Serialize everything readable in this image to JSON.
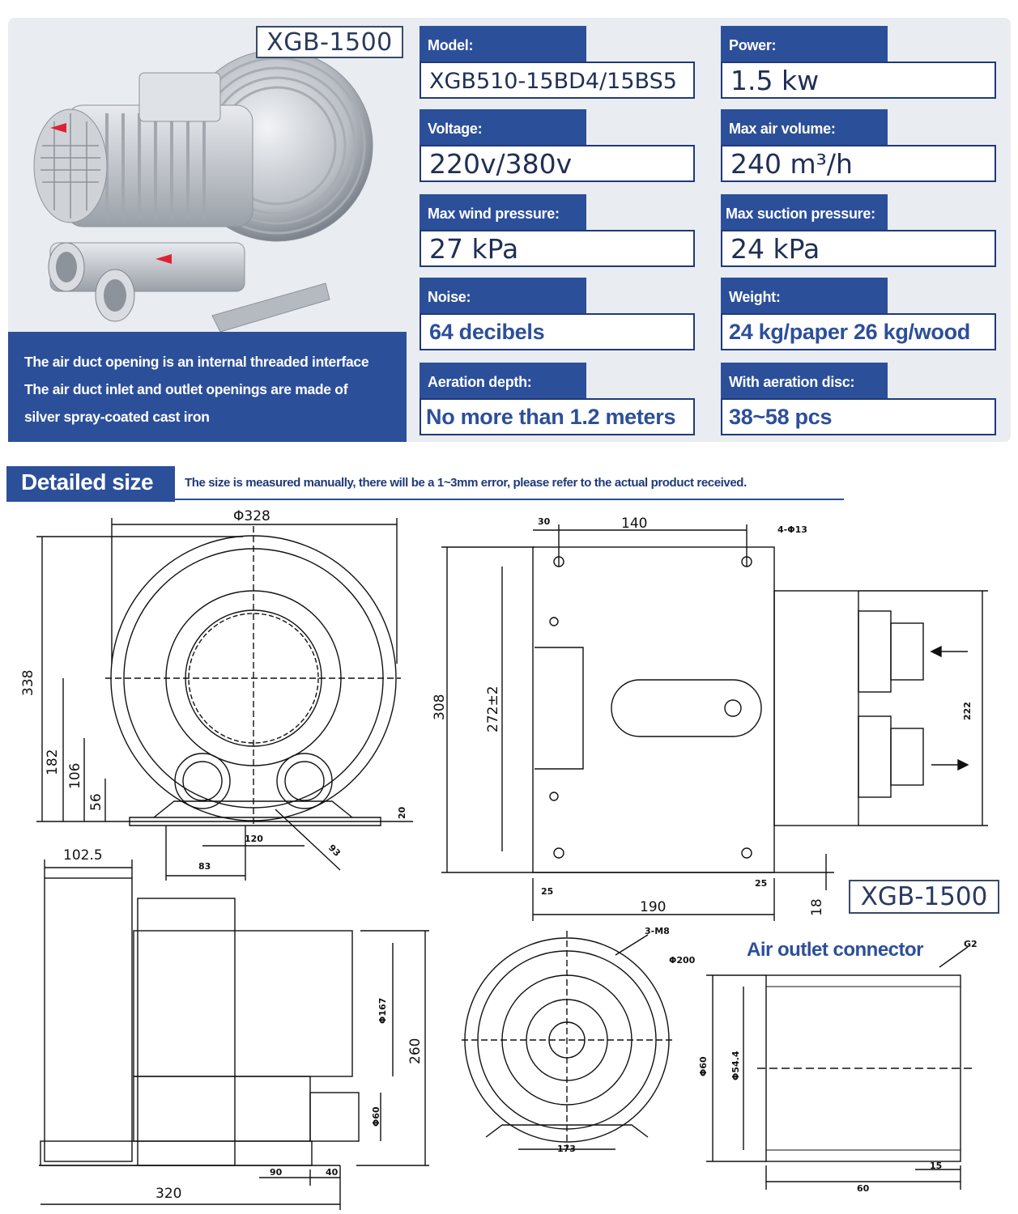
{
  "product": {
    "model_badge": "XGB-1500",
    "features": [
      "The air duct opening is an internal threaded interface",
      "The air duct inlet and outlet openings are made of",
      "silver spray-coated cast iron"
    ]
  },
  "specs": {
    "model": {
      "label": "Model:",
      "value": "XGB510-15BD4/15BS5"
    },
    "power": {
      "label": "Power:",
      "value": "1.5 kw"
    },
    "voltage": {
      "label": "Voltage:",
      "value": "220v/380v"
    },
    "max_air_volume": {
      "label": "Max air volume:",
      "value": "240 m³/h"
    },
    "max_wind_pressure": {
      "label": "Max wind pressure:",
      "value": "27 kPa"
    },
    "max_suction_pressure": {
      "label": "Max suction pressure:",
      "value": "24 kPa"
    },
    "noise": {
      "label": "Noise:",
      "value": "64 decibels"
    },
    "weight": {
      "label": "Weight:",
      "value": "24 kg/paper 26 kg/wood"
    },
    "aeration_depth": {
      "label": "Aeration depth:",
      "value": "No more than 1.2 meters"
    },
    "aeration_disc": {
      "label": "With aeration disc:",
      "value": "38~58 pcs"
    }
  },
  "size_section": {
    "title": "Detailed size",
    "note": "The size is measured manually, there will be a 1~3mm error, please refer to the actual product received."
  },
  "drawing_front": {
    "diameter": "Φ328",
    "height": "338",
    "h182": "182",
    "h106": "106",
    "h56": "56",
    "w20": "20",
    "w120": "120",
    "w83": "83",
    "w93": "93"
  },
  "drawing_top": {
    "w30": "30",
    "w140": "140",
    "holes": "4-Φ13",
    "h308": "308",
    "h272": "272±2",
    "h222": "222",
    "w25a": "25",
    "w25b": "25",
    "w190": "190",
    "h18": "18"
  },
  "drawing_side": {
    "w102": "102.5",
    "d167": "Φ167",
    "h260": "260",
    "d60": "Φ60",
    "w90": "90",
    "w40": "40",
    "w320": "320"
  },
  "drawing_back": {
    "holes": "3-M8",
    "d200": "Φ200",
    "w173": "173"
  },
  "connector": {
    "model_badge": "XGB-1500",
    "title": "Air outlet connector",
    "thread": "G2",
    "d60": "Φ60",
    "d54": "Φ54.4",
    "w15": "15",
    "w60": "60"
  }
}
